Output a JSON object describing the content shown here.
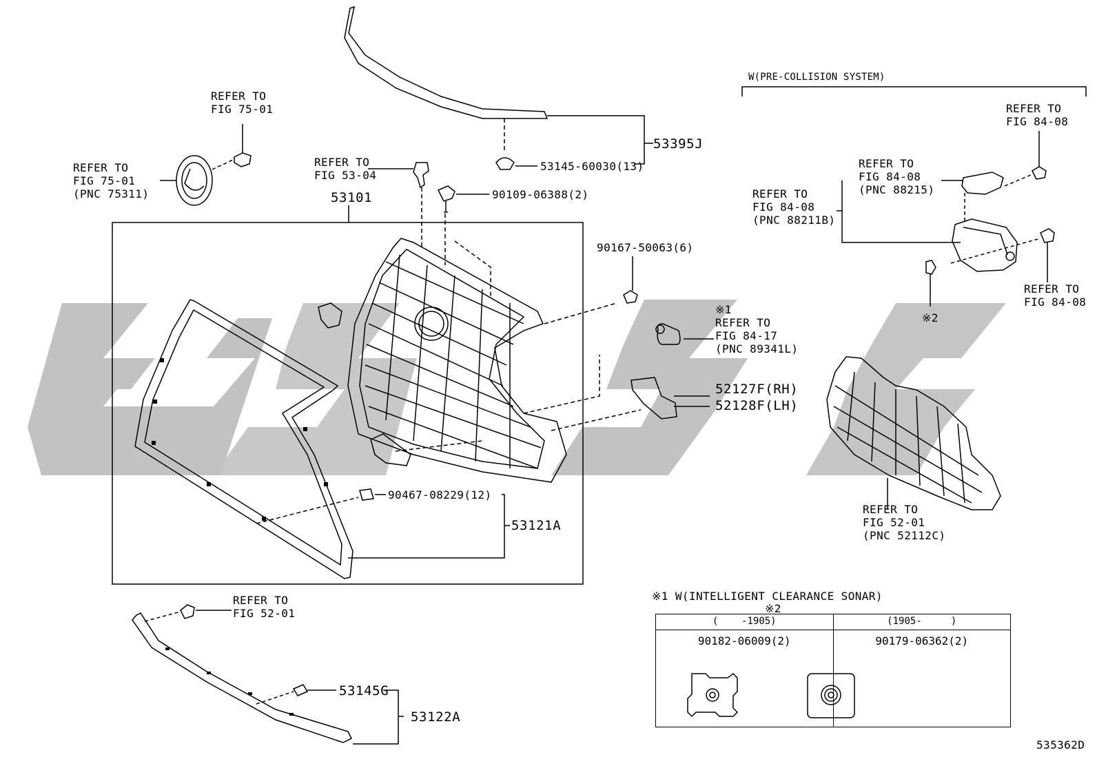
{
  "diagram": {
    "figure_code": "535362D",
    "watermark_text": "GGC",
    "colors": {
      "ink": "#000000",
      "watermark": "#bfbfbf",
      "background": "#ffffff"
    }
  },
  "main_assembly": {
    "part_number": "53101"
  },
  "labels": {
    "moulding_upper": "53395J",
    "clip_upper": "53145-60030(13)",
    "bolt": "90109-06388(2)",
    "screw": "90167-50063(6)",
    "clip_inner": "90467-08229(12)",
    "outer_frame": "53121A",
    "sensor_retainer_rh": "52127F(RH)",
    "sensor_retainer_lh": "52128F(LH)",
    "clip_lower": "53145G",
    "moulding_lower": "53122A"
  },
  "refs": {
    "emblem_screw": [
      "REFER TO",
      "FIG 75-01"
    ],
    "emblem": [
      "REFER TO",
      "FIG 75-01",
      "(PNC 75311)"
    ],
    "clip_top": [
      "REFER TO",
      "FIG 53-04"
    ],
    "sonar_sensor": [
      "※1",
      "REFER TO",
      "FIG 84-17",
      "(PNC 89341L)"
    ],
    "lower_screw": [
      "REFER TO",
      "FIG 52-01"
    ],
    "radar_bolt_top": [
      "REFER TO",
      "FIG 84-08"
    ],
    "radar_bracket": [
      "REFER TO",
      "FIG 84-08",
      "(PNC 88215)"
    ],
    "radar_sensor": [
      "REFER TO",
      "FIG 84-08",
      "(PNC 88211B)"
    ],
    "radar_bolt_side": [
      "REFER TO",
      "FIG 84-08"
    ],
    "lower_grille": [
      "REFER TO",
      "FIG 52-01",
      "(PNC 52112C)"
    ]
  },
  "notes": {
    "pre_collision": "W(PRE-COLLISION SYSTEM)",
    "mark_2": "※2",
    "footnote_1": "※1 W(INTELLIGENT CLEARANCE SONAR)",
    "footnote_2": "※2"
  },
  "option_table": {
    "columns": [
      {
        "period": "(    -1905)",
        "part_number": "90182-06009(2)"
      },
      {
        "period": "(1905-     )",
        "part_number": "90179-06362(2)"
      }
    ]
  }
}
